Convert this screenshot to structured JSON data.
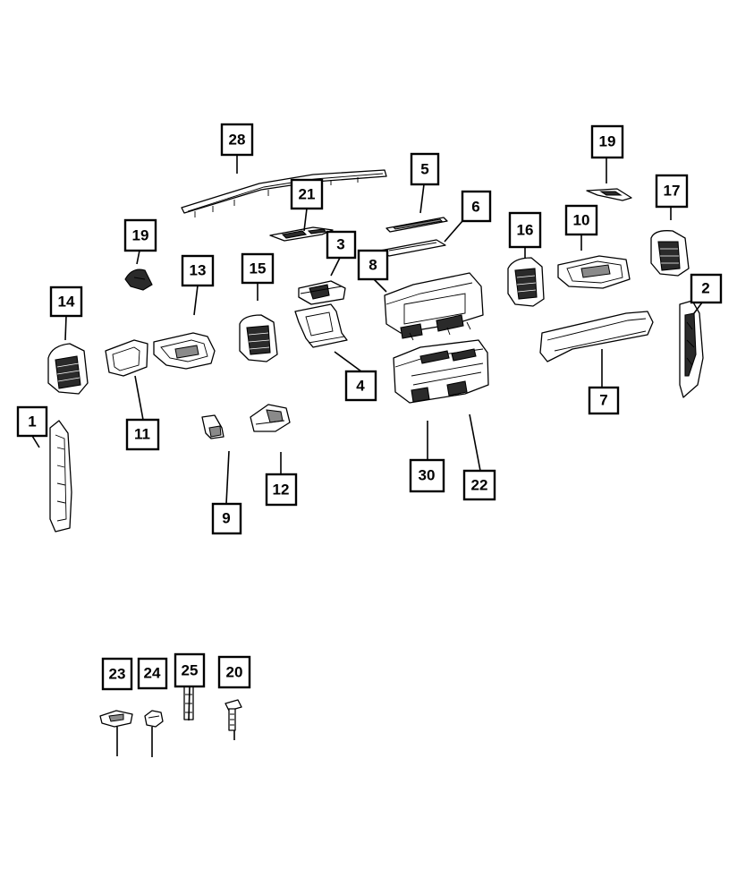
{
  "callouts": [
    {
      "id": "c1",
      "label": "1"
    },
    {
      "id": "c2",
      "label": "2"
    },
    {
      "id": "c3",
      "label": "3"
    },
    {
      "id": "c4",
      "label": "4"
    },
    {
      "id": "c5",
      "label": "5"
    },
    {
      "id": "c6",
      "label": "6"
    },
    {
      "id": "c7",
      "label": "7"
    },
    {
      "id": "c8",
      "label": "8"
    },
    {
      "id": "c9",
      "label": "9"
    },
    {
      "id": "c10",
      "label": "10"
    },
    {
      "id": "c11",
      "label": "11"
    },
    {
      "id": "c12",
      "label": "12"
    },
    {
      "id": "c13",
      "label": "13"
    },
    {
      "id": "c14",
      "label": "14"
    },
    {
      "id": "c15",
      "label": "15"
    },
    {
      "id": "c16",
      "label": "16"
    },
    {
      "id": "c17",
      "label": "17"
    },
    {
      "id": "c19a",
      "label": "19"
    },
    {
      "id": "c19b",
      "label": "19"
    },
    {
      "id": "c20",
      "label": "20"
    },
    {
      "id": "c21",
      "label": "21"
    },
    {
      "id": "c22",
      "label": "22"
    },
    {
      "id": "c23",
      "label": "23"
    },
    {
      "id": "c24",
      "label": "24"
    },
    {
      "id": "c25",
      "label": "25"
    },
    {
      "id": "c28",
      "label": "28"
    },
    {
      "id": "c30",
      "label": "30"
    }
  ]
}
